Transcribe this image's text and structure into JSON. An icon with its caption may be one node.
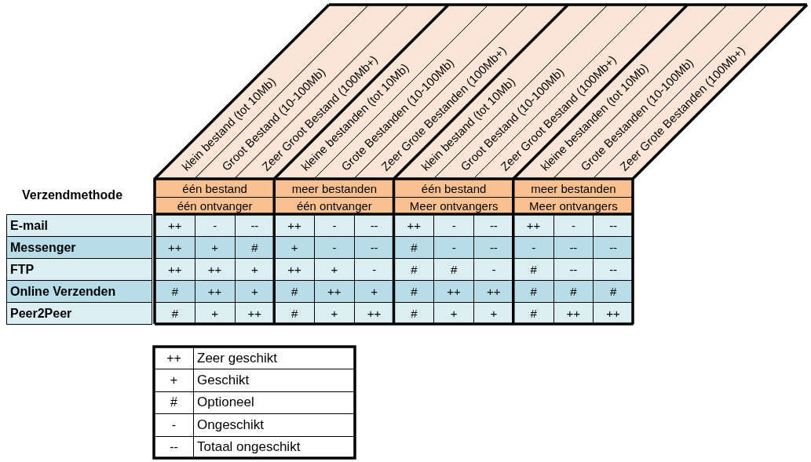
{
  "diagram": {
    "labels": [
      "klein bestand (tot 10Mb)",
      "Groot Bestand (10-100Mb)",
      "Zeer Groot Bestand (100Mb+)",
      "kleine bestanden (tot 10Mb)",
      "Grote Bestanden (10-100Mb)",
      "Zeer Grote Bestanden (100Mb+)",
      "klein bestand (tot 10Mb)",
      "Groot Bestand (10-100Mb)",
      "Zeer Groot Bestand (100Mb+)",
      "kleine bestanden (tot 10Mb)",
      "Grote Bestanden (10-100Mb)",
      "Zeer Grote Bestanden (100Mb+)",
      "Verzendmethode",
      "één bestand",
      "meer bestanden",
      "één bestand",
      "meer bestanden",
      "één ontvanger",
      "één ontvanger",
      "Meer ontvangers",
      "Meer ontvangers",
      "E-mail",
      "++",
      "-",
      "--",
      "++",
      "-",
      "--",
      "++",
      "-",
      "--",
      "++",
      "-",
      "--",
      "Messenger",
      "++",
      "+",
      "#",
      "+",
      "-",
      "--",
      "#",
      "-",
      "--",
      "-",
      "--",
      "--",
      "FTP",
      "++",
      "++",
      "+",
      "++",
      "+",
      "-",
      "#",
      "#",
      "-",
      "#",
      "--",
      "--",
      "Online Verzenden",
      "#",
      "++",
      "+",
      "#",
      "++",
      "+",
      "#",
      "++",
      "++",
      "#",
      "#",
      "#",
      "Peer2Peer",
      "#",
      "+",
      "++",
      "#",
      "+",
      "++",
      "#",
      "+",
      "+",
      "#",
      "++",
      "++",
      "++",
      "Zeer geschikt",
      "+",
      "Geschikt",
      "#",
      "Optioneel",
      "-",
      "Ongeschikt",
      "--",
      "Totaal ongeschikt"
    ]
  }
}
